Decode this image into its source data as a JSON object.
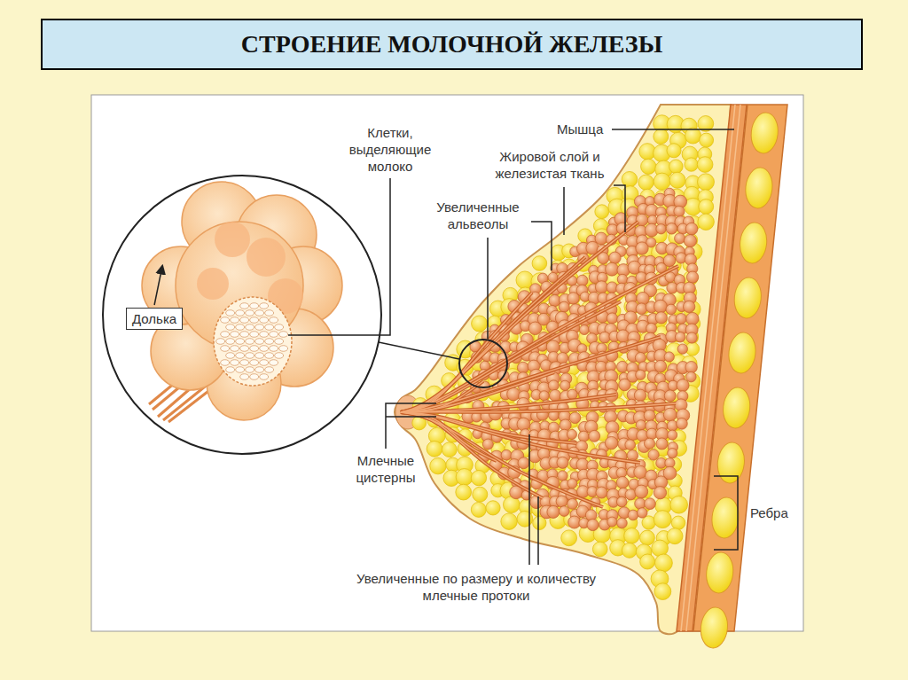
{
  "diagram": {
    "title": "СТРОЕНИЕ МОЛОЧНОЙ ЖЕЛЕЗЫ",
    "nodes": [
      {
        "text": [
          "Долька"
        ]
      }
    ],
    "labels": [
      "Клетки, выделяющие молоко",
      "Мышца",
      "Жировой слой и железистая ткань",
      "Увеличенные альвеолы",
      "Млечные цистерны",
      "Ребра",
      "Увеличенные по размеру и количеству млечные протоки"
    ]
  }
}
